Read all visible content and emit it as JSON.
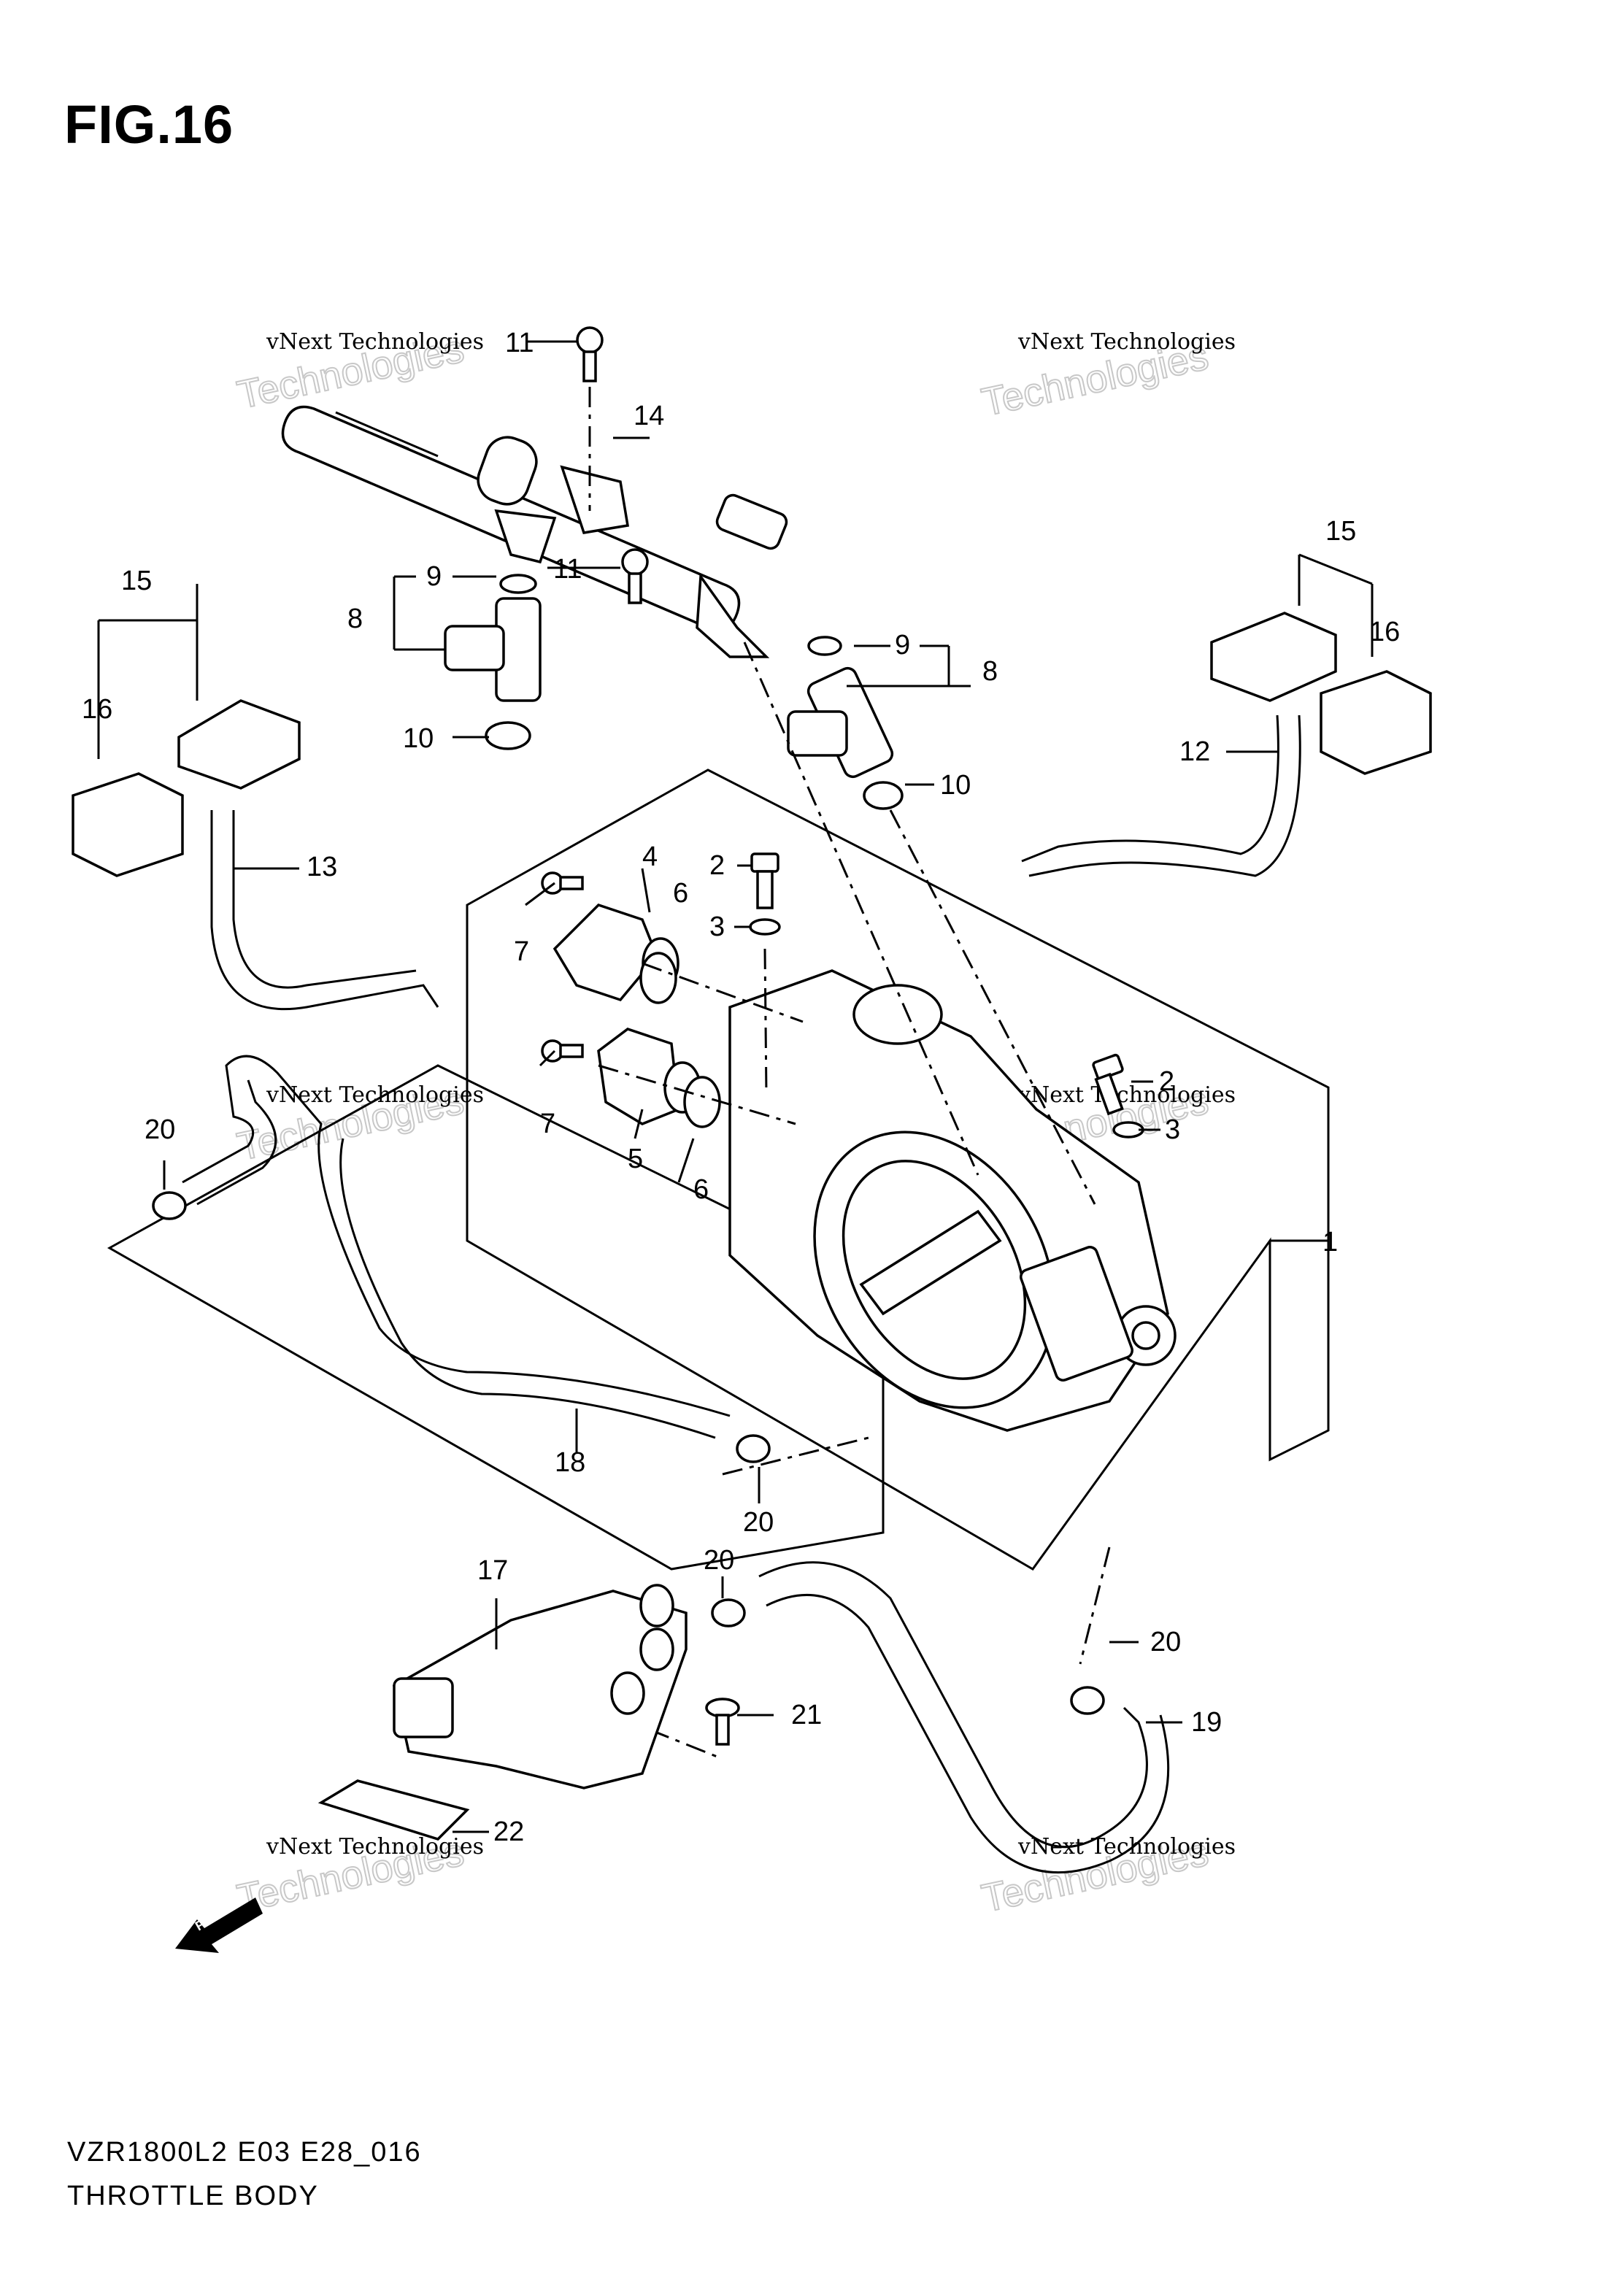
{
  "figure_label": "FIG.16",
  "footer": {
    "model_code": "VZR1800L2 E03 E28_016",
    "diagram_name": "THROTTLE BODY"
  },
  "watermark": {
    "line1": "vNext Technologies",
    "line2": "vNext",
    "line3": "Technologies"
  },
  "fwd_arrow": "FWD",
  "callouts": [
    "1",
    "2",
    "2",
    "3",
    "3",
    "4",
    "5",
    "6",
    "6",
    "7",
    "7",
    "8",
    "8",
    "9",
    "9",
    "10",
    "10",
    "11",
    "11",
    "12",
    "13",
    "14",
    "15",
    "15",
    "16",
    "16",
    "17",
    "18",
    "19",
    "20",
    "20",
    "20",
    "20",
    "21",
    "22"
  ]
}
